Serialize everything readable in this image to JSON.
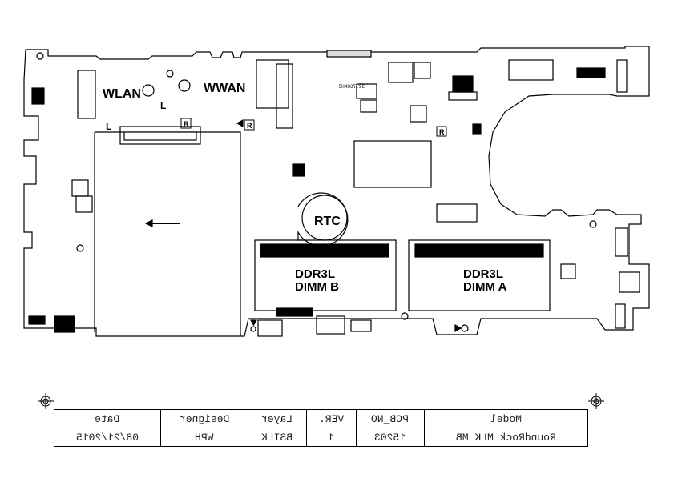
{
  "board": {
    "layer_view": "bottom silkscreen (mirrored)",
    "labels": {
      "wlan": "WLAN",
      "wwan": "WWAN",
      "rtc": "RTC",
      "dimm_b_line1": "DDR3L",
      "dimm_b_line2": "DIMM B",
      "dimm_a_line1": "DDR3L",
      "dimm_a_line2": "DIMM A",
      "crystal": "32.768KHZ",
      "marker_l": "L",
      "marker_r": "R"
    },
    "colors": {
      "ink": "#000000",
      "paper": "#ffffff"
    }
  },
  "title_block": {
    "headers": [
      "Date",
      "Designer",
      "Layer",
      "VER.",
      "PCB_NO",
      "Model"
    ],
    "values": [
      "08/21/2015",
      "WPH",
      "BSILK",
      "1",
      "15203",
      "RoundRock MLK MB"
    ]
  }
}
